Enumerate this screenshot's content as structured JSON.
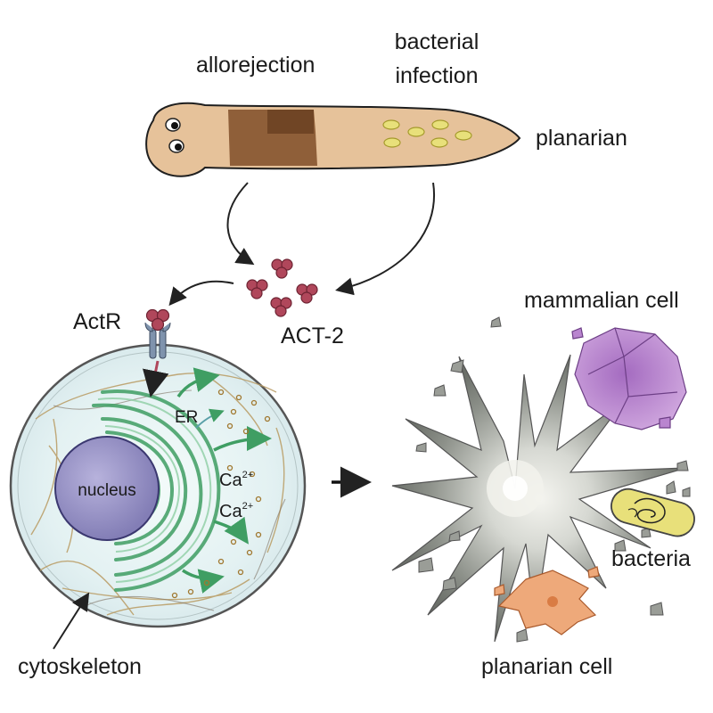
{
  "labels": {
    "allorejection": "allorejection",
    "bacterial_infection_line1": "bacterial",
    "bacterial_infection_line2": "infection",
    "planarian": "planarian",
    "actr": "ActR",
    "act2": "ACT-2",
    "er": "ER",
    "nucleus": "nucleus",
    "ca": "Ca",
    "ca_charge": "2+",
    "cytoskeleton": "cytoskeleton",
    "mammalian_cell": "mammalian cell",
    "bacteria": "bacteria",
    "planarian_cell": "planarian cell"
  },
  "colors": {
    "planarian_body": "#e6c29a",
    "allorejection_patch": "#8a5a34",
    "bacteria_yellow": "#e8e07a",
    "act2_protein": "#b0475b",
    "receptor": "#7f93ad",
    "cell_fill": "#e6f2f4",
    "nucleus": "#9c97c4",
    "er_green": "#4fae78",
    "mammalian_cell": "#b985cf",
    "planarian_cell": "#eea97a",
    "explosion": "#8f938c"
  }
}
